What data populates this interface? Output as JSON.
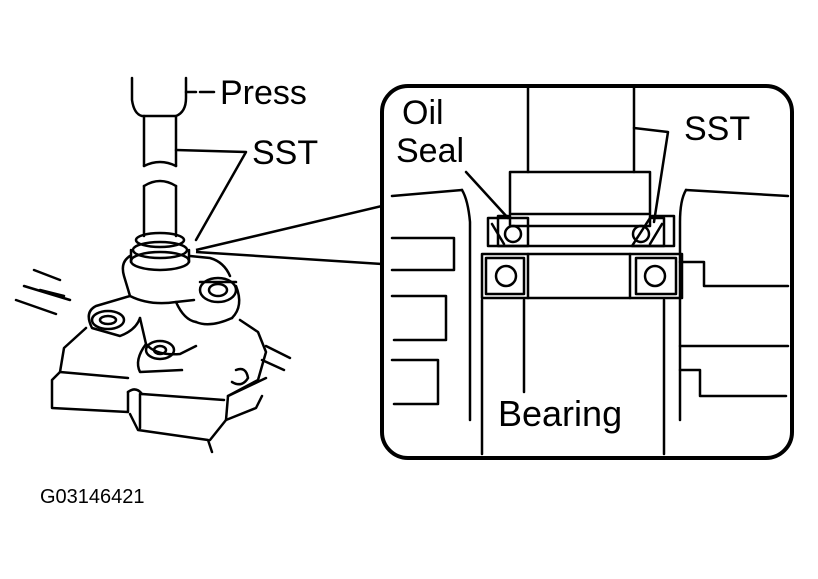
{
  "figure_id": "G03146421",
  "labels": {
    "press": "Press",
    "sst_left": "SST",
    "oil_seal_line1": "Oil",
    "oil_seal_line2": "Seal",
    "sst_right": "SST",
    "bearing": "Bearing"
  },
  "colors": {
    "ink": "#000000",
    "paper": "#ffffff"
  }
}
